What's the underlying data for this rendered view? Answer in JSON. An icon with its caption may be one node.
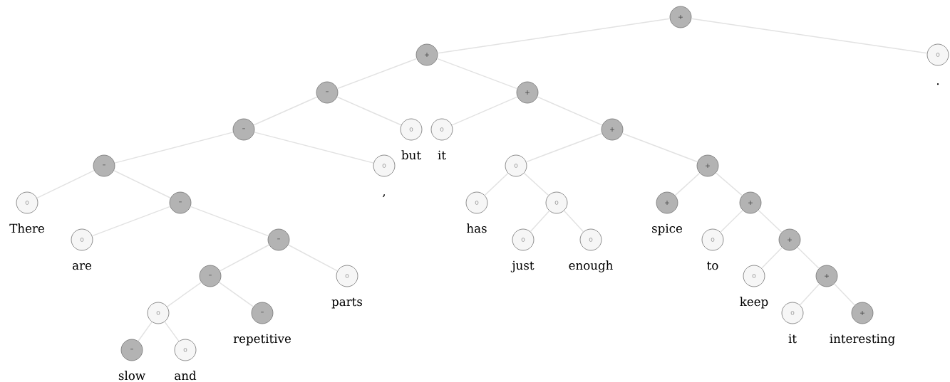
{
  "diagram": {
    "nodes": [
      {
        "text": [
          "+"
        ]
      },
      {
        "text": [
          "+"
        ]
      },
      {
        "text": [
          "–"
        ]
      },
      {
        "text": [
          "–"
        ]
      },
      {
        "text": [
          "–"
        ]
      },
      {
        "text": [
          "o"
        ],
        "beside": [
          "There"
        ]
      },
      {
        "text": [
          "–"
        ]
      },
      {
        "text": [
          "o"
        ],
        "beside": [
          "are"
        ]
      },
      {
        "text": [
          "–"
        ]
      },
      {
        "text": [
          "–"
        ]
      },
      {
        "text": [
          "o"
        ]
      },
      {
        "text": [
          "–"
        ],
        "beside": [
          "slow"
        ]
      },
      {
        "text": [
          "o"
        ],
        "beside": [
          "and"
        ]
      },
      {
        "text": [
          "–"
        ],
        "beside": [
          "repetitive"
        ]
      },
      {
        "text": [
          "o"
        ],
        "beside": [
          "parts"
        ]
      },
      {
        "text": [
          "o"
        ],
        "beside": [
          ","
        ]
      },
      {
        "text": [
          "o"
        ],
        "beside": [
          "but"
        ]
      },
      {
        "text": [
          "+"
        ]
      },
      {
        "text": [
          "o"
        ],
        "beside": [
          "it"
        ]
      },
      {
        "text": [
          "+"
        ]
      },
      {
        "text": [
          "o"
        ]
      },
      {
        "text": [
          "o"
        ],
        "beside": [
          "has"
        ]
      },
      {
        "text": [
          "o"
        ]
      },
      {
        "text": [
          "o"
        ],
        "beside": [
          "just"
        ]
      },
      {
        "text": [
          "o"
        ],
        "beside": [
          "enough"
        ]
      },
      {
        "text": [
          "+"
        ]
      },
      {
        "text": [
          "+"
        ],
        "beside": [
          "spice"
        ]
      },
      {
        "text": [
          "+"
        ]
      },
      {
        "text": [
          "o"
        ],
        "beside": [
          "to"
        ]
      },
      {
        "text": [
          "+"
        ]
      },
      {
        "text": [
          "o"
        ],
        "beside": [
          "keep"
        ]
      },
      {
        "text": [
          "+"
        ]
      },
      {
        "text": [
          "o"
        ],
        "beside": [
          "it"
        ]
      },
      {
        "text": [
          "+"
        ],
        "beside": [
          "interesting"
        ]
      },
      {
        "text": [
          "o"
        ],
        "beside": [
          "."
        ]
      }
    ],
    "edges": [
      {
        "from": 0,
        "to": 1,
        "arrow": "none"
      },
      {
        "from": 0,
        "to": 34,
        "arrow": "none"
      },
      {
        "from": 1,
        "to": 2,
        "arrow": "none"
      },
      {
        "from": 1,
        "to": 17,
        "arrow": "none"
      },
      {
        "from": 2,
        "to": 3,
        "arrow": "none"
      },
      {
        "from": 2,
        "to": 16,
        "arrow": "none"
      },
      {
        "from": 3,
        "to": 4,
        "arrow": "none"
      },
      {
        "from": 3,
        "to": 15,
        "arrow": "none"
      },
      {
        "from": 4,
        "to": 5,
        "arrow": "none"
      },
      {
        "from": 4,
        "to": 6,
        "arrow": "none"
      },
      {
        "from": 6,
        "to": 7,
        "arrow": "none"
      },
      {
        "from": 6,
        "to": 8,
        "arrow": "none"
      },
      {
        "from": 8,
        "to": 9,
        "arrow": "none"
      },
      {
        "from": 8,
        "to": 14,
        "arrow": "none"
      },
      {
        "from": 9,
        "to": 10,
        "arrow": "none"
      },
      {
        "from": 9,
        "to": 13,
        "arrow": "none"
      },
      {
        "from": 10,
        "to": 11,
        "arrow": "none"
      },
      {
        "from": 10,
        "to": 12,
        "arrow": "none"
      },
      {
        "from": 17,
        "to": 18,
        "arrow": "none"
      },
      {
        "from": 17,
        "to": 19,
        "arrow": "none"
      },
      {
        "from": 19,
        "to": 20,
        "arrow": "none"
      },
      {
        "from": 19,
        "to": 25,
        "arrow": "none"
      },
      {
        "from": 20,
        "to": 21,
        "arrow": "none"
      },
      {
        "from": 20,
        "to": 22,
        "arrow": "none"
      },
      {
        "from": 22,
        "to": 23,
        "arrow": "none"
      },
      {
        "from": 22,
        "to": 24,
        "arrow": "none"
      },
      {
        "from": 25,
        "to": 26,
        "arrow": "none"
      },
      {
        "from": 25,
        "to": 27,
        "arrow": "none"
      },
      {
        "from": 27,
        "to": 28,
        "arrow": "none"
      },
      {
        "from": 27,
        "to": 29,
        "arrow": "none"
      },
      {
        "from": 29,
        "to": 30,
        "arrow": "none"
      },
      {
        "from": 29,
        "to": 31,
        "arrow": "none"
      },
      {
        "from": 31,
        "to": 32,
        "arrow": "none"
      },
      {
        "from": 31,
        "to": 33,
        "arrow": "none"
      }
    ]
  }
}
